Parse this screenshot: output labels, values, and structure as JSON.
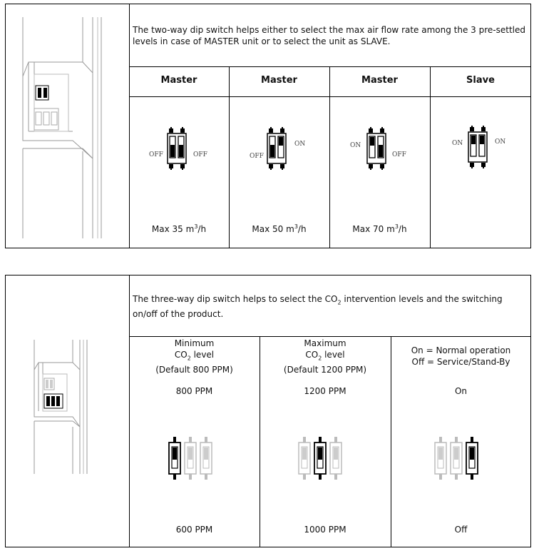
{
  "table1": {
    "description": "The two-way dip switch helps either to select the max air flow rate among the 3 pre-settled levels in case of MASTER unit or to select the unit as SLAVE.",
    "columns": [
      {
        "header": "Master",
        "value_prefix": "Max 35 m",
        "value_sup": "3",
        "value_suffix": "/h",
        "left_label": "OFF",
        "right_label": "OFF"
      },
      {
        "header": "Master",
        "value_prefix": "Max 50 m",
        "value_sup": "3",
        "value_suffix": "/h",
        "left_label": "OFF",
        "right_label": "ON"
      },
      {
        "header": "Master",
        "value_prefix": "Max 70 m",
        "value_sup": "3",
        "value_suffix": "/h",
        "left_label": "ON",
        "right_label": "OFF"
      },
      {
        "header": "Slave",
        "value_prefix": "",
        "value_sup": "",
        "value_suffix": "",
        "left_label": "ON",
        "right_label": "ON"
      }
    ]
  },
  "table2": {
    "description_prefix": "The three-way dip switch helps to select the CO",
    "description_sub": "2",
    "description_suffix": " intervention levels and the switching on/off of the product.",
    "columns": [
      {
        "line1": "Minimum",
        "line2_prefix": "CO",
        "line2_sub": "2",
        "line2_suffix": " level",
        "line3": "(Default 800 PPM)",
        "top_value": "800 PPM",
        "bottom_value": "600 PPM"
      },
      {
        "line1": "Maximum",
        "line2_prefix": "CO",
        "line2_sub": "2",
        "line2_suffix": " level",
        "line3": "(Default 1200 PPM)",
        "top_value": "1200 PPM",
        "bottom_value": "1000 PPM"
      },
      {
        "line1": "On = Normal operation",
        "line2_prefix": "Off = Service/Stand-By",
        "line2_sub": "",
        "line2_suffix": "",
        "line3": "",
        "top_value": "On",
        "bottom_value": "Off"
      }
    ]
  },
  "colors": {
    "line": "#000000",
    "faded": "#bbbbbb",
    "drawing": "#999999"
  }
}
